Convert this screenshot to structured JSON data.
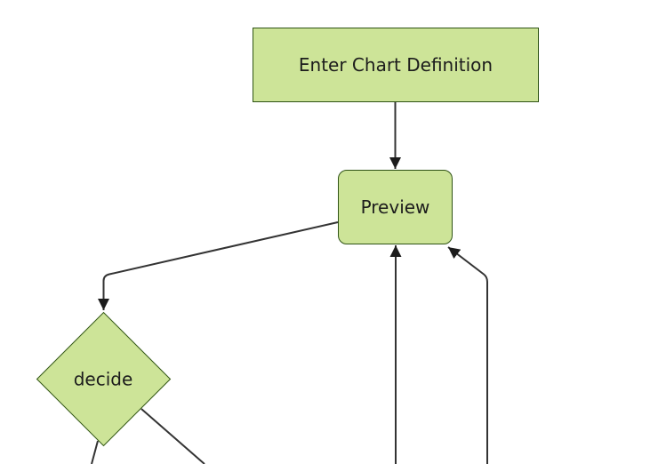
{
  "diagram": {
    "type": "flowchart",
    "orientation": "top-down",
    "nodes": [
      {
        "id": "enter-chart-definition",
        "label": "Enter Chart Definition",
        "shape": "rectangle"
      },
      {
        "id": "preview",
        "label": "Preview",
        "shape": "rounded-rectangle"
      },
      {
        "id": "decide",
        "label": "decide",
        "shape": "diamond"
      }
    ],
    "edges": [
      {
        "from": "enter-chart-definition",
        "to": "preview",
        "arrowhead": true
      },
      {
        "from": "preview",
        "to": "decide",
        "arrowhead": true
      },
      {
        "from": "offscreen-bottom",
        "to": "preview",
        "arrowhead": true
      },
      {
        "from": "offscreen-bottom-right",
        "to": "preview",
        "arrowhead": true
      },
      {
        "from": "decide",
        "to": "offscreen-bottom-left",
        "arrowhead": false,
        "cut_off": true
      },
      {
        "from": "decide",
        "to": "offscreen-bottom-right",
        "arrowhead": false,
        "cut_off": true
      }
    ],
    "colors": {
      "node_fill": "#cde498",
      "node_border": "#2f5315",
      "edge_line": "#333333",
      "arrowhead": "#1c1c1c",
      "label_text": "#1c1c1c",
      "background": "#ffffff"
    }
  }
}
